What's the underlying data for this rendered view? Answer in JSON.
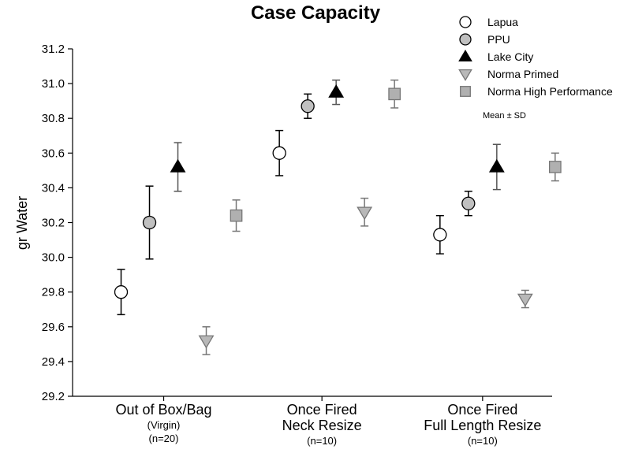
{
  "chart_data": {
    "type": "scatter",
    "title": "Case Capacity",
    "ylabel": "gr Water",
    "xlabel": "",
    "ylim": [
      29.2,
      31.2
    ],
    "yticks": [
      "29.2",
      "29.4",
      "29.6",
      "29.8",
      "30.0",
      "30.2",
      "30.4",
      "30.6",
      "30.8",
      "31.0",
      "31.2"
    ],
    "grid": false,
    "legend_position": "top-right",
    "legend_note": "Mean ± SD",
    "categories": [
      {
        "lines": [
          "Out of Box/Bag"
        ],
        "sub": [
          "(Virgin)",
          "(n=20)"
        ]
      },
      {
        "lines": [
          "Once Fired",
          "Neck Resize"
        ],
        "sub": [
          "(n=10)"
        ]
      },
      {
        "lines": [
          "Once Fired",
          "Full Length Resize"
        ],
        "sub": [
          "(n=10)"
        ]
      }
    ],
    "series": [
      {
        "name": "Lapua",
        "marker": "circle",
        "fill": "#ffffff",
        "stroke": "#000000",
        "errcolor": "#000000",
        "values": [
          29.8,
          30.6,
          30.13
        ],
        "sd": [
          0.13,
          0.13,
          0.11
        ]
      },
      {
        "name": "PPU",
        "marker": "circle",
        "fill": "#c0c0c0",
        "stroke": "#000000",
        "errcolor": "#000000",
        "values": [
          30.2,
          30.87,
          30.31
        ],
        "sd": [
          0.21,
          0.07,
          0.07
        ]
      },
      {
        "name": "Lake City",
        "marker": "triangle-up",
        "fill": "#000000",
        "stroke": "#000000",
        "errcolor": "#555555",
        "values": [
          30.52,
          30.95,
          30.52
        ],
        "sd": [
          0.14,
          0.07,
          0.13
        ]
      },
      {
        "name": "Norma Primed",
        "marker": "triangle-down",
        "fill": "#b8b8b8",
        "stroke": "#777777",
        "errcolor": "#777777",
        "values": [
          29.52,
          30.26,
          29.76
        ],
        "sd": [
          0.08,
          0.08,
          0.05
        ]
      },
      {
        "name": "Norma High Performance",
        "marker": "square",
        "fill": "#b0b0b0",
        "stroke": "#777777",
        "errcolor": "#777777",
        "values": [
          30.24,
          30.94,
          30.52
        ],
        "sd": [
          0.09,
          0.08,
          0.08
        ]
      }
    ]
  }
}
